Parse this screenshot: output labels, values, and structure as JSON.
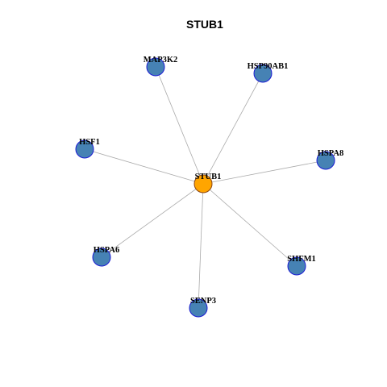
{
  "title": "STUB1",
  "colors": {
    "hub_fill": "#FFA500",
    "hub_stroke": "#8B4513",
    "node_fill": "#4682B4",
    "node_stroke": "#1C1CD4",
    "edge": "#AAAAAA"
  },
  "network": {
    "hub": "STUB1",
    "nodes": [
      {
        "id": "STUB1",
        "label": "STUB1",
        "role": "hub"
      },
      {
        "id": "MAP3K2",
        "label": "MAP3K2",
        "role": "neighbor"
      },
      {
        "id": "HSP90AB1",
        "label": "HSP90AB1",
        "role": "neighbor"
      },
      {
        "id": "HSF1",
        "label": "HSF1",
        "role": "neighbor"
      },
      {
        "id": "HSPA8",
        "label": "HSPA8",
        "role": "neighbor"
      },
      {
        "id": "HSPA6",
        "label": "HSPA6",
        "role": "neighbor"
      },
      {
        "id": "SHFM1",
        "label": "SHFM1",
        "role": "neighbor"
      },
      {
        "id": "SENP3",
        "label": "SENP3",
        "role": "neighbor"
      }
    ],
    "edges": [
      [
        "STUB1",
        "MAP3K2"
      ],
      [
        "STUB1",
        "HSP90AB1"
      ],
      [
        "STUB1",
        "HSF1"
      ],
      [
        "STUB1",
        "HSPA8"
      ],
      [
        "STUB1",
        "HSPA6"
      ],
      [
        "STUB1",
        "SHFM1"
      ],
      [
        "STUB1",
        "SENP3"
      ]
    ]
  }
}
